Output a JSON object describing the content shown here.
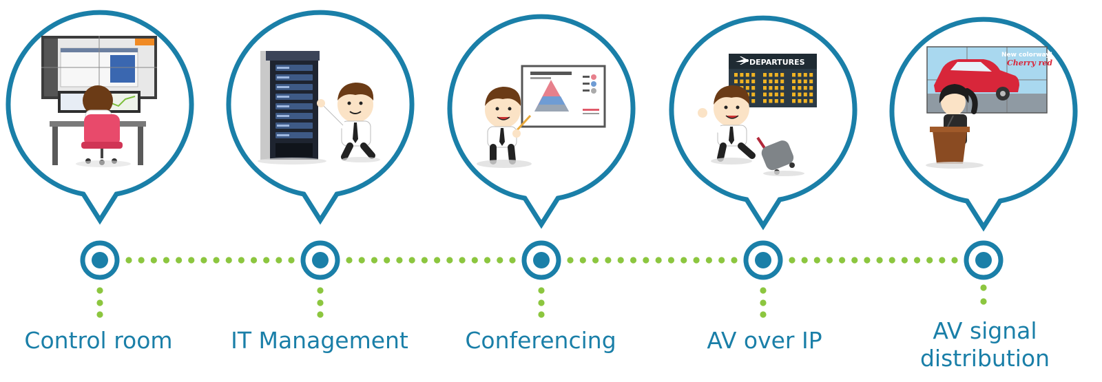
{
  "colors": {
    "ring": "#1a7fa8",
    "dots": "#8cc63f",
    "label": "#1a7fa8"
  },
  "steps": [
    {
      "id": "control-room",
      "label": "Control room",
      "scene": "operator-at-video-wall"
    },
    {
      "id": "it-management",
      "label": "IT Management",
      "scene": "man-at-server-rack"
    },
    {
      "id": "conferencing",
      "label": "Conferencing",
      "scene": "presenter-at-whiteboard"
    },
    {
      "id": "av-over-ip",
      "label": "AV over IP",
      "scene": "traveler-at-departures-board",
      "board_text": "DEPARTURES"
    },
    {
      "id": "av-signal-distribution",
      "label": "AV signal distribution",
      "scene": "speaker-at-podium-before-video-wall",
      "wall_line1": "New colorway!",
      "wall_line2": "Cherry red"
    }
  ]
}
